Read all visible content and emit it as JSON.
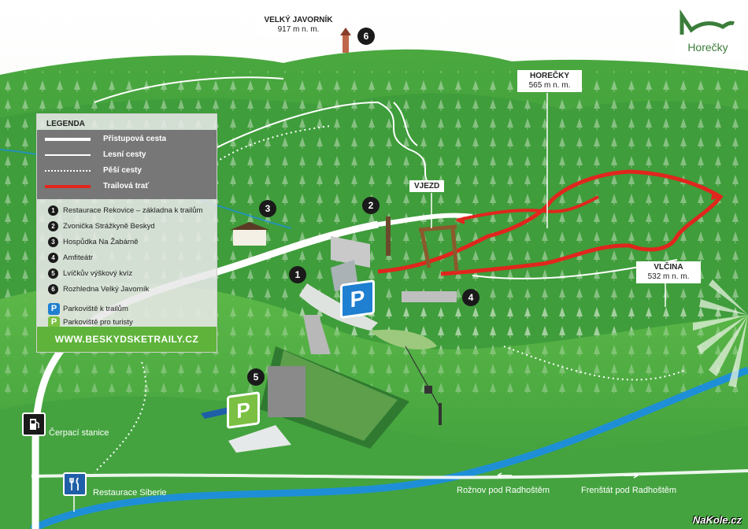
{
  "map": {
    "logo": "Horečky",
    "watermark": "NaKole.cz",
    "url": "WWW.BESKYDSKETRAILY.CZ",
    "entry_label": "VJEZD",
    "peaks": [
      {
        "name": "VELKÝ JAVORNÍK",
        "elevation": "917 m n. m."
      },
      {
        "name": "HOREČKY",
        "elevation": "565 m n. m."
      },
      {
        "name": "VLČINA",
        "elevation": "532 m n. m."
      }
    ],
    "markers": [
      "1",
      "2",
      "3",
      "4",
      "5",
      "6"
    ],
    "places": {
      "gas_station": "Čerpací stanice",
      "restaurant": "Restaurace Siberie",
      "direction_left": "Rožnov pod Radhoštěm",
      "direction_right": "Frenštát pod Radhoštěm"
    },
    "parking_letter": "P"
  },
  "legend": {
    "title": "LEGENDA",
    "lines": [
      {
        "label": "Přístupová cesta",
        "style": "thick-white"
      },
      {
        "label": "Lesní cesty",
        "style": "thin-white"
      },
      {
        "label": "Pěší cesty",
        "style": "dotted-white"
      },
      {
        "label": "Trailová trať",
        "style": "red"
      }
    ],
    "pois": [
      {
        "num": "1",
        "label": "Restaurace Rekovice – základna k trailům"
      },
      {
        "num": "2",
        "label": "Zvonička Strážkyně Beskyd"
      },
      {
        "num": "3",
        "label": "Hospůdka Na Žabárně"
      },
      {
        "num": "4",
        "label": "Amfiteátr"
      },
      {
        "num": "5",
        "label": "Lvíčkův výškový kvíz"
      },
      {
        "num": "6",
        "label": "Rozhledna Velký Javorník"
      }
    ],
    "parking": [
      {
        "letter": "P",
        "label": "Parkoviště k trailům",
        "color": "#1f7fd1"
      },
      {
        "letter": "P",
        "label": "Parkoviště pro turisty",
        "color": "#7bc043"
      }
    ]
  },
  "colors": {
    "trail": "#e0261d",
    "grass": "#3f9a3c",
    "river": "#1e8fd6",
    "accent": "#5fb33a"
  }
}
